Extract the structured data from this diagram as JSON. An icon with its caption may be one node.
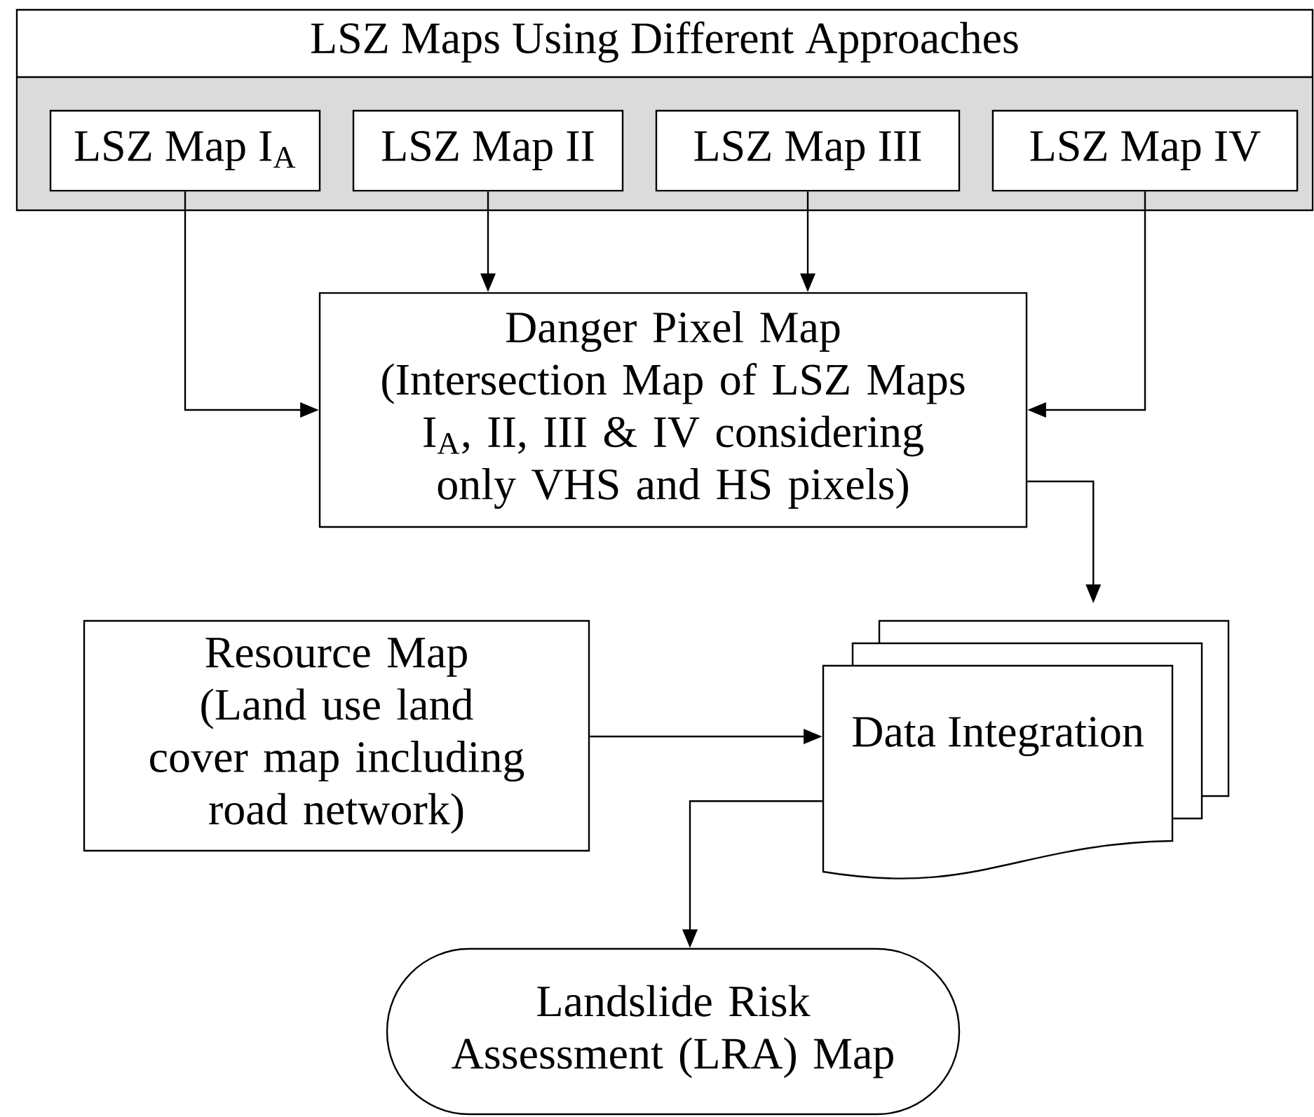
{
  "diagram": {
    "nodes": [
      {
        "text": [
          "LSZ Maps Using Different Approaches"
        ]
      },
      {
        "text": [
          "LSZ Map I$_{A}$"
        ],
        "in": 0
      },
      {
        "text": [
          "LSZ Map II"
        ],
        "in": 0
      },
      {
        "text": [
          "LSZ Map III"
        ],
        "in": 0
      },
      {
        "text": [
          "LSZ Map IV"
        ],
        "in": 0
      },
      {
        "text": [
          "Danger Pixel Map",
          "(Intersection Map of LSZ Maps I$_{A}$, II, III & IV considering only VHS and HS pixels)"
        ]
      },
      {
        "text": [
          "Resource Map",
          "(Land use land cover map including road network)"
        ]
      },
      {
        "text": [
          "Data Integration"
        ]
      },
      {
        "text": [
          "Landslide Risk Assessment (LRA) Map"
        ]
      }
    ],
    "edges": [
      {
        "from": 1,
        "to": 5,
        "arrow": "to"
      },
      {
        "from": 2,
        "to": 5,
        "arrow": "to"
      },
      {
        "from": 3,
        "to": 5,
        "arrow": "to"
      },
      {
        "from": 4,
        "to": 5,
        "arrow": "to"
      },
      {
        "from": 5,
        "to": 7,
        "arrow": "to"
      },
      {
        "from": 6,
        "to": 7,
        "arrow": "to"
      },
      {
        "from": 7,
        "to": 8,
        "arrow": "to"
      }
    ]
  }
}
